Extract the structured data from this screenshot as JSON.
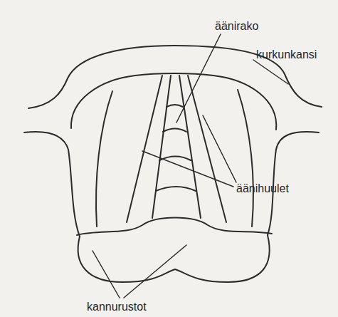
{
  "diagram": {
    "labels": [
      "äänirako",
      "kurkunkansi",
      "äänihuulet",
      "kannurustot"
    ]
  }
}
